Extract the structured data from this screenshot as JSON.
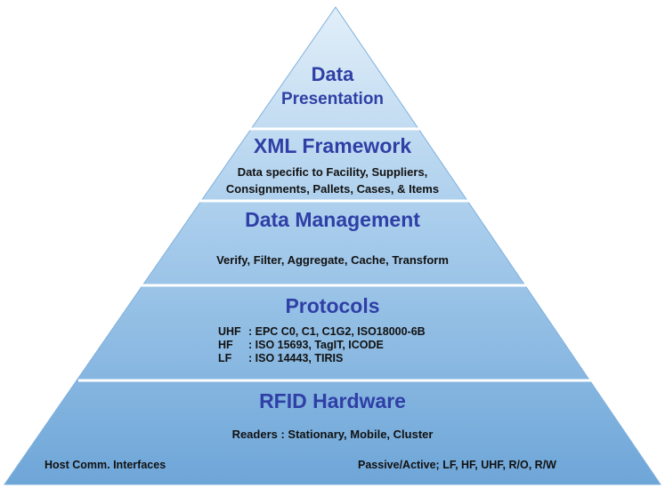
{
  "diagram": {
    "layers": [
      {
        "title_line1": "Data",
        "title_line2": "Presentation"
      },
      {
        "title": "XML Framework",
        "desc_line1": "Data specific to Facility, Suppliers,",
        "desc_line2": "Consignments, Pallets, Cases, & Items"
      },
      {
        "title": "Data Management",
        "desc": "Verify, Filter, Aggregate, Cache, Transform"
      },
      {
        "title": "Protocols",
        "rows": [
          {
            "band": "UHF",
            "value": ": EPC C0, C1, C1G2, ISO18000-6B"
          },
          {
            "band": "HF",
            "value": ": ISO 15693, TagIT, ICODE"
          },
          {
            "band": "LF",
            "value": ": ISO 14443, TIRIS"
          }
        ]
      },
      {
        "title": "RFID Hardware",
        "desc": "Readers : Stationary, Mobile, Cluster",
        "left_note": "Host Comm. Interfaces",
        "right_note": "Passive/Active; LF, HF, UHF, R/O, R/W"
      }
    ],
    "colors": {
      "title_text": "#2f3fa6",
      "body_text": "#111111",
      "apex_fill": "#d6e8f7",
      "base_fill": "#6ea6d8",
      "divider": "#ffffff"
    }
  }
}
